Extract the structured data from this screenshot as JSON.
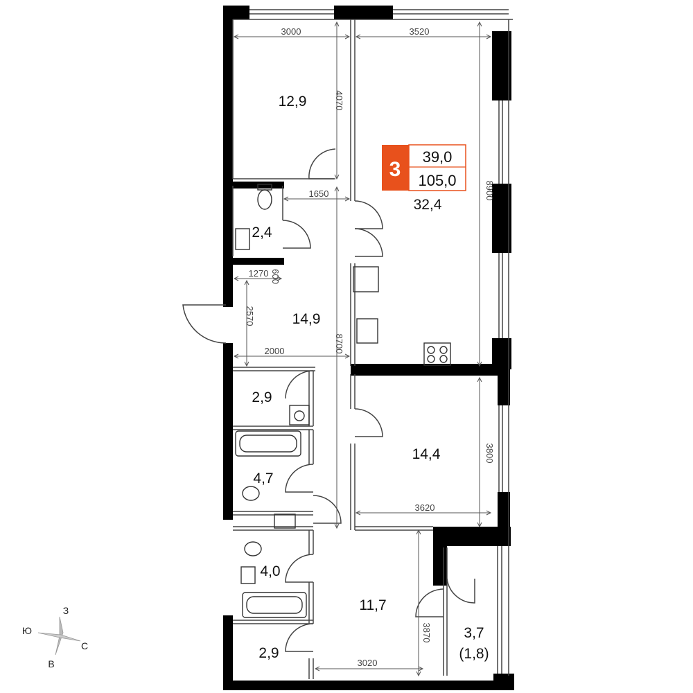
{
  "apartment": {
    "rooms_count": "3",
    "living_area": "39,0",
    "total_area": "105,0",
    "badge_color": "#e8511c"
  },
  "rooms": [
    {
      "id": "bedroom-1",
      "area": "12,9"
    },
    {
      "id": "kitchen-living",
      "area": "32,4"
    },
    {
      "id": "wc-1",
      "area": "2,4"
    },
    {
      "id": "hall",
      "area": "14,9"
    },
    {
      "id": "laundry",
      "area": "2,9"
    },
    {
      "id": "bathroom-1",
      "area": "4,7"
    },
    {
      "id": "bedroom-2",
      "area": "14,4"
    },
    {
      "id": "bathroom-2",
      "area": "4,0"
    },
    {
      "id": "corridor",
      "area": "11,7"
    },
    {
      "id": "storage",
      "area": "2,9"
    },
    {
      "id": "balcony",
      "area": "3,7"
    },
    {
      "id": "balcony-reduced",
      "area": "(1,8)"
    }
  ],
  "dimensions": {
    "bedroom1_width": "3000",
    "bedroom1_depth": "4070",
    "kitchen_width": "3520",
    "kitchen_depth": "8900",
    "wc_width": "1650",
    "hall_width_small": "1270",
    "hall_niche": "600",
    "hall_depth": "2570",
    "hall_width": "2000",
    "corridor_length": "8700",
    "bedroom2_depth": "3800",
    "bedroom2_width": "3620",
    "corridor2_depth": "3870",
    "corridor2_width": "3020"
  },
  "compass": {
    "north": "З",
    "south": "В",
    "east": "С",
    "west": "Ю"
  }
}
